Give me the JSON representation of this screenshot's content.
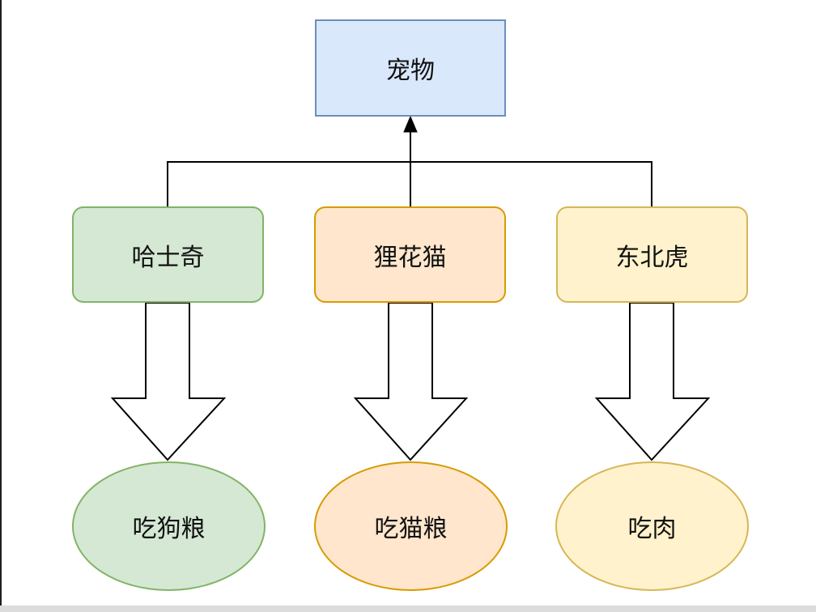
{
  "diagram": {
    "root": {
      "label": "宠物"
    },
    "animals": [
      {
        "label": "哈士奇",
        "food": "吃狗粮"
      },
      {
        "label": "狸花猫",
        "food": "吃猫粮"
      },
      {
        "label": "东北虎",
        "food": "吃肉"
      }
    ]
  },
  "colors": {
    "root_fill": "#dae8fc",
    "root_stroke": "#6c8ebf",
    "green_fill": "#d5e8d4",
    "green_stroke": "#82b366",
    "orange_fill": "#ffe6cc",
    "orange_stroke": "#d79b00",
    "yellow_fill": "#fff2cc",
    "yellow_stroke": "#d6b656",
    "line": "#000000"
  }
}
